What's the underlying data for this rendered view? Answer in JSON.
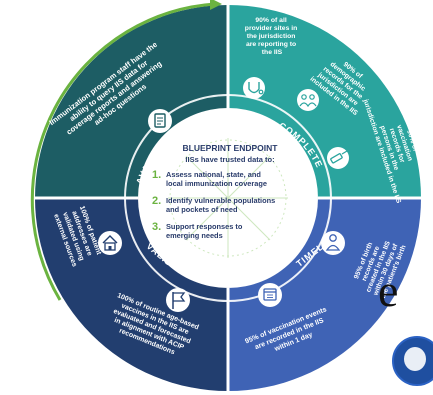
{
  "colors": {
    "available": "#1d5d64",
    "complete": "#2aa49e",
    "timely": "#3f63b5",
    "valid": "#223e6f",
    "outer_ring": "#ffffff",
    "center": "#ffffff",
    "center_text": "#2a3c6b",
    "number_green": "#6bb340",
    "arrow_green": "#6bb340",
    "label_dark": "#1d5d64"
  },
  "segments": {
    "available": {
      "label": "AVAILABLE",
      "text": "Immunization program staff have the ability to query IIS data for coverage reports and answering ad-hoc questions",
      "icon": "report-document-icon"
    },
    "complete": {
      "label": "COMPLETE",
      "items": [
        {
          "text": "90% of all provider sites in the jurisdiction are reporting to the IIS",
          "icon": "stethoscope-icon"
        },
        {
          "text": "90% of demographic records for the jurisdiction are included in the IIS",
          "icon": "people-icon"
        },
        {
          "text": "90% of vaccination records for persons in the jurisdiction are included in the IIS",
          "icon": "syringe-icon"
        }
      ]
    },
    "timely": {
      "label": "TIMELY",
      "items": [
        {
          "text": "95% of birth records are created in the IIS within 30 days of the patient's birth",
          "icon": "baby-icon"
        },
        {
          "text": "95% of vaccination events are recorded in the IIS within 1 day",
          "icon": "calendar-icon"
        }
      ]
    },
    "valid": {
      "label": "VALID",
      "items": [
        {
          "text": "100% of patient addresses are validated using external sources",
          "icon": "house-icon"
        },
        {
          "text": "100% of routine age-based vaccines in the IIS are evaluated and forecasted in alignment with ACIP recommendations",
          "icon": "flag-icon"
        }
      ]
    }
  },
  "center": {
    "title": "BLUEPRINT ENDPOINT",
    "subtitle": "IISs have trusted data to:",
    "items": [
      {
        "num": "1.",
        "lines": [
          "Assess national, state, and",
          "local immunization coverage"
        ]
      },
      {
        "num": "2.",
        "lines": [
          "Identify vulnerable populations",
          "and pockets of need"
        ]
      },
      {
        "num": "3.",
        "lines": [
          "Support responses to",
          "emerging needs"
        ]
      }
    ]
  },
  "partial_letter": "e"
}
